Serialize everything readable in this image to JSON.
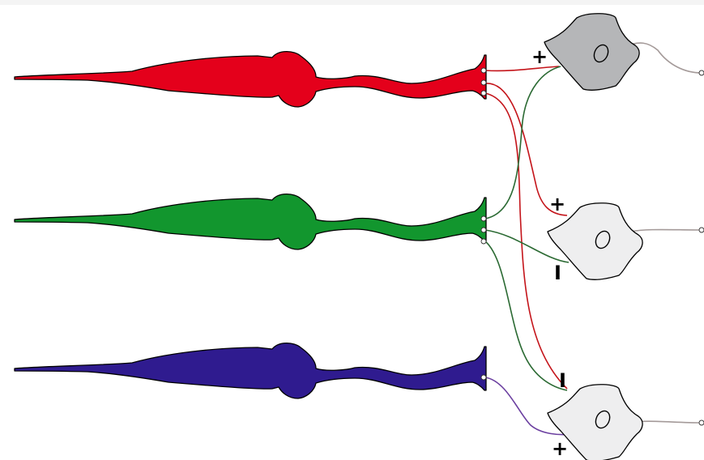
{
  "colors": {
    "cone_red": "#e4001b",
    "cone_green": "#12962e",
    "cone_blue": "#2f1b8f",
    "cell_dark": "#b5b6b8",
    "cell_light": "#eeeeef",
    "wire_red": "#c4141a",
    "wire_green": "#2b6a33",
    "wire_purple": "#6b3fa0",
    "wire_gray": "#a49a99"
  },
  "photoreceptors": [
    {
      "name": "red-cone",
      "color_key": "cone_red"
    },
    {
      "name": "green-cone",
      "color_key": "cone_green"
    },
    {
      "name": "blue-cone",
      "color_key": "cone_blue"
    }
  ],
  "cells": [
    {
      "name": "top",
      "fill_key": "cell_dark"
    },
    {
      "name": "middle",
      "fill_key": "cell_light"
    },
    {
      "name": "bottom",
      "fill_key": "cell_light"
    }
  ],
  "signs": {
    "top_plus": "+",
    "middle_plus": "+",
    "middle_minus": "I",
    "bottom_minus": "I",
    "bottom_plus": "+"
  }
}
